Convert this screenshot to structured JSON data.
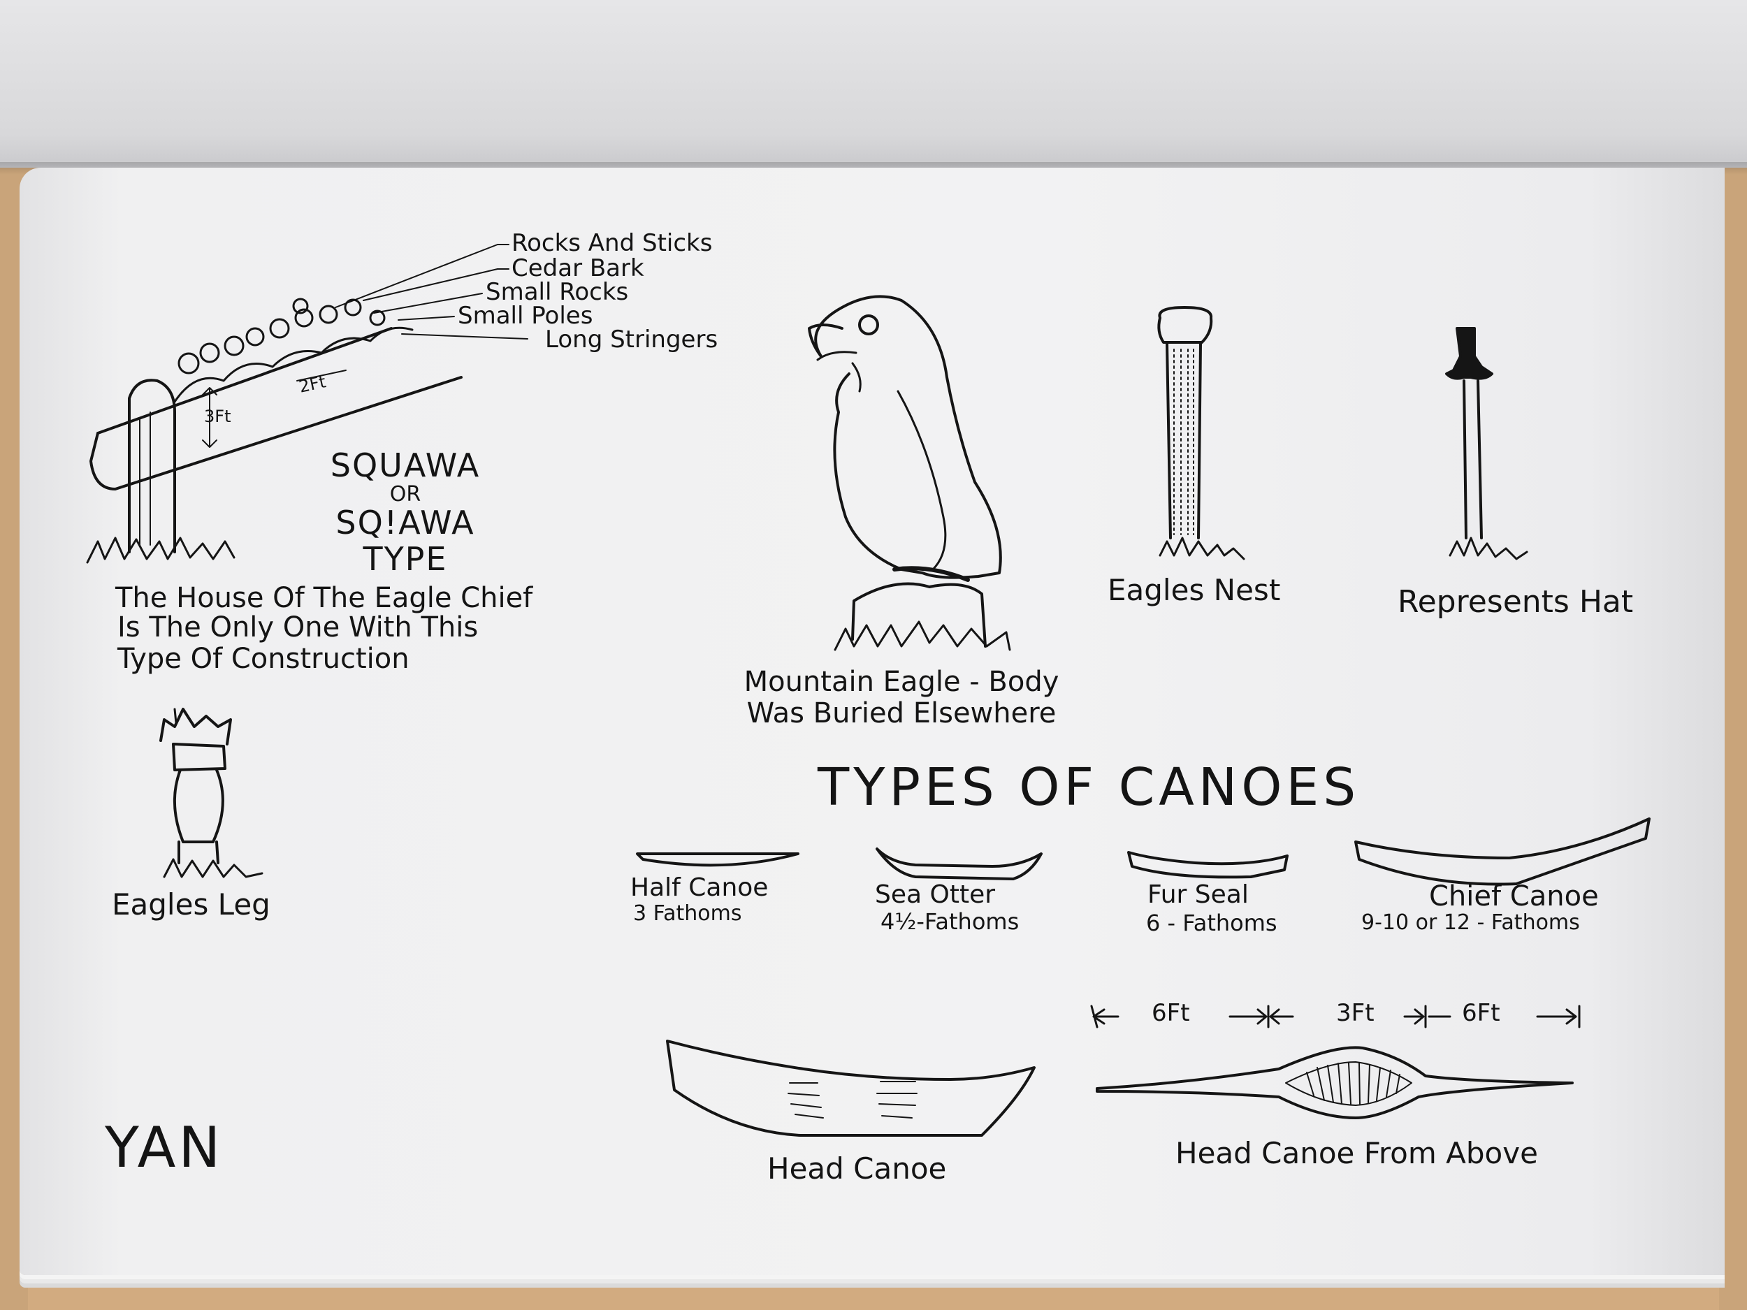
{
  "house": {
    "labels": [
      "Rocks And Sticks",
      "Cedar Bark",
      "Small Rocks",
      "Small Poles",
      "Long Stringers"
    ],
    "dim_2ft": "2Ft",
    "dim_3ft": "3Ft",
    "type_line1": "SQUAWA",
    "type_or": "OR",
    "type_line2": "SQ!AWA",
    "type_line3": "TYPE",
    "caption_line1": "The House Of The Eagle Chief",
    "caption_line2": "Is The Only One With This",
    "caption_line3": "Type Of Construction"
  },
  "eagle": {
    "caption_line1": "Mountain Eagle - Body",
    "caption_line2": "Was Buried Elsewhere"
  },
  "poles": {
    "eagles_nest": "Eagles Nest",
    "represents_hat": "Represents Hat",
    "eagles_leg": "Eagles Leg"
  },
  "canoes": {
    "heading": "TYPES OF CANOES",
    "items": [
      {
        "name": "Half Canoe",
        "size": "3 Fathoms"
      },
      {
        "name": "Sea Otter",
        "size": "4½-Fathoms"
      },
      {
        "name": "Fur Seal",
        "size": "6 - Fathoms"
      },
      {
        "name": "Chief Canoe",
        "size": "9-10 or 12 - Fathoms"
      }
    ],
    "head_canoe": "Head Canoe",
    "head_canoe_above": "Head Canoe From Above",
    "dims": [
      "6Ft",
      "3Ft",
      "6Ft"
    ]
  },
  "clan": "YAN"
}
